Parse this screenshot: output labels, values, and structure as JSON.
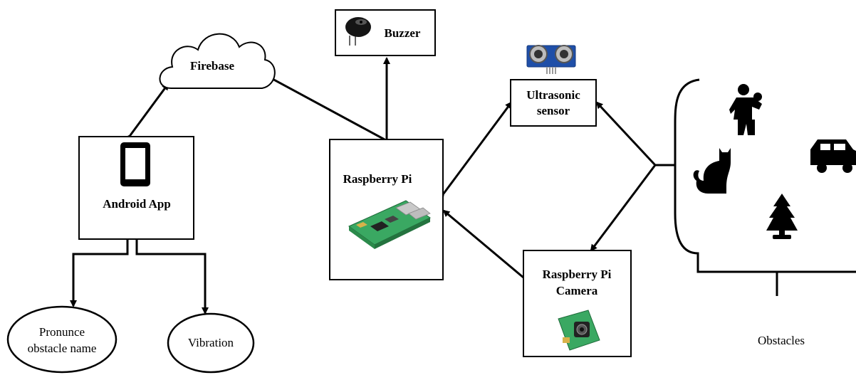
{
  "nodes": {
    "firebase": {
      "label": "Firebase"
    },
    "buzzer": {
      "label": "Buzzer"
    },
    "android_app": {
      "label": "Android App"
    },
    "raspberry_pi": {
      "label": "Raspberry Pi"
    },
    "ultrasonic": {
      "line1": "Ultrasonic",
      "line2": "sensor"
    },
    "camera": {
      "line1": "Raspberry Pi",
      "line2": "Camera"
    },
    "pronounce": {
      "line1": "Pronunce",
      "line2": "obstacle name"
    },
    "vibration": {
      "label": "Vibration"
    },
    "obstacles": {
      "label": "Obstacles"
    }
  },
  "icons": [
    "phone-icon",
    "buzzer-icon",
    "raspberry-pi-board-icon",
    "ultrasonic-sensor-icon",
    "camera-module-icon",
    "person-with-child-icon",
    "cat-icon",
    "car-icon",
    "tree-icon"
  ],
  "colors": {
    "stroke": "#000000",
    "board_green": "#3aa862",
    "sensor_blue": "#1f4fa8"
  }
}
